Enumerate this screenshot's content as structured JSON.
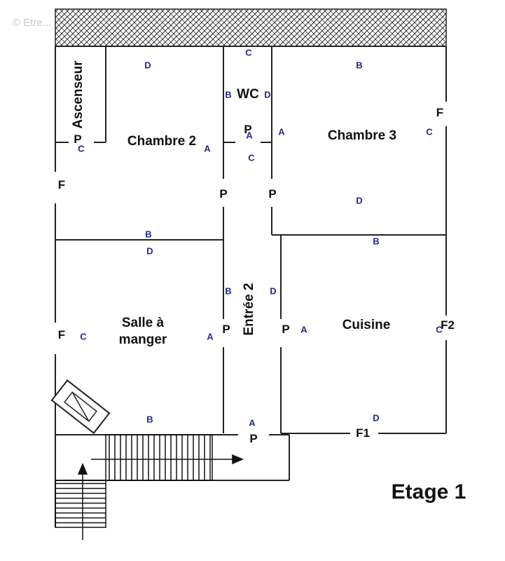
{
  "watermark": "© Etre...",
  "title": "Etage 1",
  "rooms": {
    "ascenseur": "Ascenseur",
    "chambre2": "Chambre 2",
    "wc": "WC",
    "chambre3": "Chambre 3",
    "salle": "Salle à\nmanger",
    "entree": "Entrée 2",
    "cuisine": "Cuisine"
  },
  "openings": {
    "door": "P",
    "window": "F",
    "window1": "F1",
    "window2": "F2"
  },
  "walls": {
    "a": "A",
    "b": "B",
    "c": "C",
    "d": "D"
  }
}
